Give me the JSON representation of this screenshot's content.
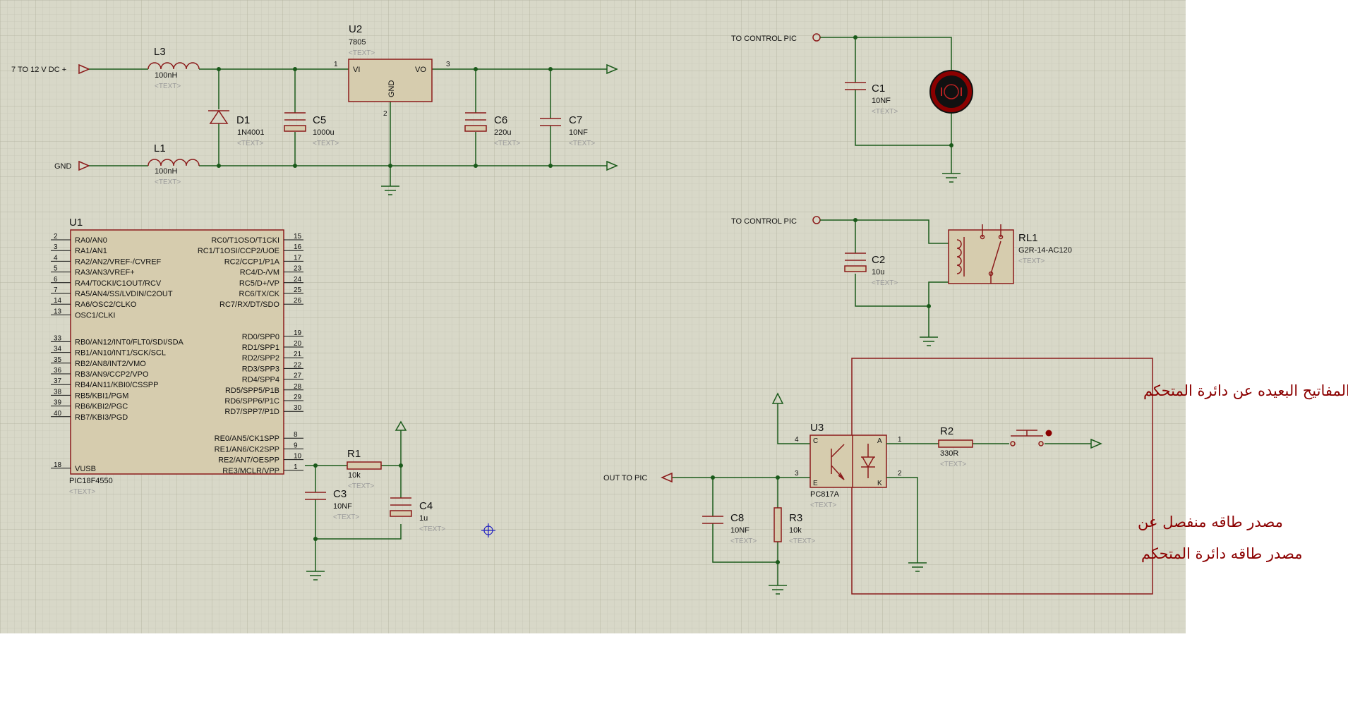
{
  "colors": {
    "grid_bg": "#d8d8c8",
    "wire": "#1a5a1a",
    "component": "#8b1a1a",
    "body_fill": "#d6ccae",
    "arabic_text": "#8b0000",
    "placeholder": "#9a9a9a"
  },
  "power": {
    "input_label": "7 TO 12 V DC +",
    "gnd_label": "GND",
    "L3": {
      "ref": "L3",
      "value": "100nH",
      "text": "<TEXT>"
    },
    "L1": {
      "ref": "L1",
      "value": "100nH",
      "text": "<TEXT>"
    },
    "D1": {
      "ref": "D1",
      "value": "1N4001",
      "text": "<TEXT>"
    },
    "C5": {
      "ref": "C5",
      "value": "1000u",
      "text": "<TEXT>"
    },
    "U2": {
      "ref": "U2",
      "value": "7805",
      "text": "<TEXT>",
      "vi": "VI",
      "vo": "VO",
      "gnd": "GND",
      "pin1": "1",
      "pin2": "2",
      "pin3": "3"
    },
    "C6": {
      "ref": "C6",
      "value": "220u",
      "text": "<TEXT>"
    },
    "C7": {
      "ref": "C7",
      "value": "10NF",
      "text": "<TEXT>"
    }
  },
  "mcu": {
    "ref": "U1",
    "part": "PIC18F4550",
    "text": "<TEXT>",
    "left_pins": [
      {
        "num": "2",
        "name": "RA0/AN0"
      },
      {
        "num": "3",
        "name": "RA1/AN1"
      },
      {
        "num": "4",
        "name": "RA2/AN2/VREF-/CVREF"
      },
      {
        "num": "5",
        "name": "RA3/AN3/VREF+"
      },
      {
        "num": "6",
        "name": "RA4/T0CKI/C1OUT/RCV"
      },
      {
        "num": "7",
        "name": "RA5/AN4/SS/LVDIN/C2OUT"
      },
      {
        "num": "14",
        "name": "RA6/OSC2/CLKO"
      },
      {
        "num": "13",
        "name": "OSC1/CLKI"
      },
      {
        "num": "33",
        "name": "RB0/AN12/INT0/FLT0/SDI/SDA"
      },
      {
        "num": "34",
        "name": "RB1/AN10/INT1/SCK/SCL"
      },
      {
        "num": "35",
        "name": "RB2/AN8/INT2/VMO"
      },
      {
        "num": "36",
        "name": "RB3/AN9/CCP2/VPO"
      },
      {
        "num": "37",
        "name": "RB4/AN11/KBI0/CSSPP"
      },
      {
        "num": "38",
        "name": "RB5/KBI1/PGM"
      },
      {
        "num": "39",
        "name": "RB6/KBI2/PGC"
      },
      {
        "num": "40",
        "name": "RB7/KBI3/PGD"
      },
      {
        "num": "18",
        "name": "VUSB"
      }
    ],
    "right_pins": [
      {
        "num": "15",
        "name": "RC0/T1OSO/T1CKI"
      },
      {
        "num": "16",
        "name": "RC1/T1OSI/CCP2/UOE"
      },
      {
        "num": "17",
        "name": "RC2/CCP1/P1A"
      },
      {
        "num": "23",
        "name": "RC4/D-/VM"
      },
      {
        "num": "24",
        "name": "RC5/D+/VP"
      },
      {
        "num": "25",
        "name": "RC6/TX/CK"
      },
      {
        "num": "26",
        "name": "RC7/RX/DT/SDO"
      },
      {
        "num": "19",
        "name": "RD0/SPP0"
      },
      {
        "num": "20",
        "name": "RD1/SPP1"
      },
      {
        "num": "21",
        "name": "RD2/SPP2"
      },
      {
        "num": "22",
        "name": "RD3/SPP3"
      },
      {
        "num": "27",
        "name": "RD4/SPP4"
      },
      {
        "num": "28",
        "name": "RD5/SPP5/P1B"
      },
      {
        "num": "29",
        "name": "RD6/SPP6/P1C"
      },
      {
        "num": "30",
        "name": "RD7/SPP7/P1D"
      },
      {
        "num": "8",
        "name": "RE0/AN5/CK1SPP"
      },
      {
        "num": "9",
        "name": "RE1/AN6/CK2SPP"
      },
      {
        "num": "10",
        "name": "RE2/AN7/OESPP"
      },
      {
        "num": "1",
        "name": "RE3/MCLR/VPP"
      }
    ]
  },
  "reset": {
    "R1": {
      "ref": "R1",
      "value": "10k",
      "text": "<TEXT>"
    },
    "C3": {
      "ref": "C3",
      "value": "10NF",
      "text": "<TEXT>"
    },
    "C4": {
      "ref": "C4",
      "value": "1u",
      "text": "<TEXT>"
    }
  },
  "motor": {
    "label": "TO CONTROL PIC",
    "C1": {
      "ref": "C1",
      "value": "10NF",
      "text": "<TEXT>"
    }
  },
  "relay": {
    "label": "TO CONTROL PIC",
    "C2": {
      "ref": "C2",
      "value": "10u",
      "text": "<TEXT>"
    },
    "RL1": {
      "ref": "RL1",
      "value": "G2R-14-AC120",
      "text": "<TEXT>"
    }
  },
  "opto": {
    "note_top": "تستخدم مع المفاتيح البعيده عن دائرة المتحكم",
    "note_bottom_1": "مصدر طاقه منفصل عن",
    "note_bottom_2": "مصدر طاقه دائرة المتحكم",
    "U3": {
      "ref": "U3",
      "value": "PC817A",
      "text": "<TEXT>",
      "pin4": "4",
      "pin3": "3",
      "pin1": "1",
      "pin2": "2",
      "c": "C",
      "e": "E",
      "a": "A",
      "k": "K"
    },
    "R2": {
      "ref": "R2",
      "value": "330R",
      "text": "<TEXT>"
    },
    "out_label": "OUT TO PIC",
    "C8": {
      "ref": "C8",
      "value": "10NF",
      "text": "<TEXT>"
    },
    "R3": {
      "ref": "R3",
      "value": "10k",
      "text": "<TEXT>"
    }
  }
}
